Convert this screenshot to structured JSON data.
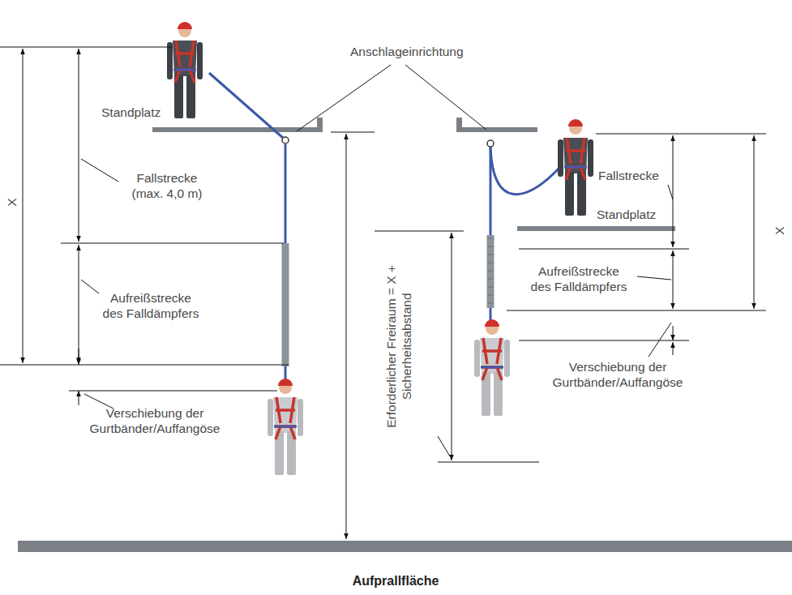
{
  "diagram": {
    "labels": [
      "Anschlageinrichtung",
      "Standplatz",
      "X",
      "Fallstrecke (max. 4,0 m)",
      "Aufreißstrecke des Falldämpfers",
      "Verschiebung der Gurtbänder/Auffangöse",
      "Erforderlicher Freiraum = X + Sicherheitsabstand",
      "Fallstrecke",
      "Standplatz",
      "X",
      "Aufreißstrecke des Falldämpfers",
      "Verschiebung der Gurtbänder/Auffangöse",
      "Aufprallfläche"
    ]
  }
}
